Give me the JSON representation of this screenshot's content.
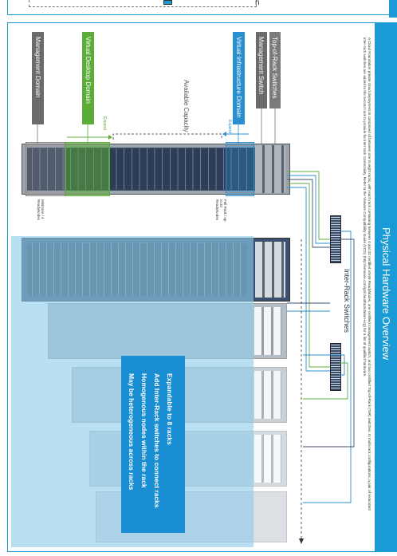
{
  "colors": {
    "brand_blue": "#1a9ad6",
    "infra_blue": "#2a8fd0",
    "vdi_green": "#5cac3a",
    "mgmt_gray": "#6b6b6b",
    "tor_gray": "#7b7b7b",
    "rack_dark": "#3b4f6e",
    "overlay_blue": "#8ecbea"
  },
  "title_bar": {
    "title": "Physical Hardware Overview"
  },
  "intro": {
    "text": "A Cloud Foundation private cloud deployment is comprised of between one to eight racks, with each rack containing between 4 and 32 certified vSAN ReadyNodes, one certified management switch, and two certified Top-of-Rack (ToR) switches. In multi-rack configurations, a pair of redundant inter-rack switches are added to the second rack to provide for inter-rack connectivity. Refer to the VMware Compatibility Guide (VCG) (http://vmware.com/go/cloudfoundation-vcg) for a list of qualified hardware."
  },
  "labels": {
    "top_of_rack": "Top-of-Rack Switches",
    "management_switch": "Management Switch",
    "virtual_infrastructure": "Virtual Infrastructure Domain",
    "available_capacity": "Available Capacity",
    "virtual_desktop": "Virtual Desktop Domain",
    "management_domain": "Management Domain",
    "expand_top": "Expand",
    "expand_bottom": "Expand",
    "inter_rack": "Inter-Rack Switches",
    "full_rack": "Full Rack / up to 32 ReadyNodes",
    "minimum": "Minimum / 4 ReadyNodes"
  },
  "features": [
    "Expandable to 8 racks",
    "Add Inter-Rack switches to connect racks",
    "Homogenous nodes within the rack",
    "May be heterogeneous across racks"
  ],
  "top_strip": {
    "fragment": "n"
  }
}
